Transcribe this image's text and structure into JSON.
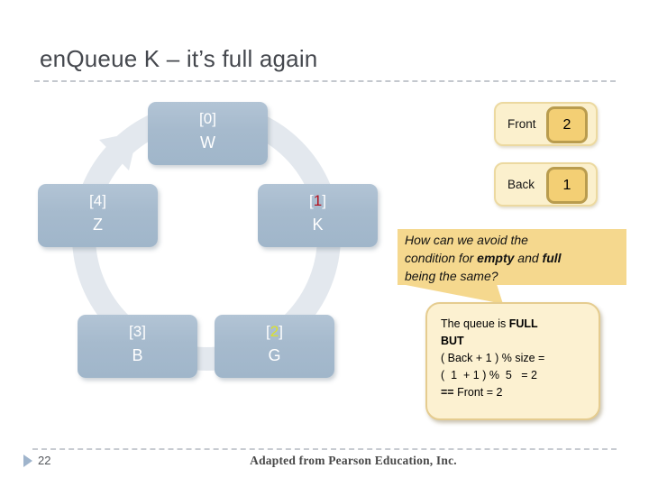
{
  "slide": {
    "title": "enQueue K – it’s full again",
    "page_number": "22",
    "footer_credit": "Adapted from Pearson Education, Inc."
  },
  "colors": {
    "box_fill": "#a6bacd",
    "ring": "#e3e8ee",
    "digit_red": "#b5121f",
    "digit_yellow": "#dce22a",
    "highlight_fill": "#f5d88e",
    "note_fill": "#fcf1d1",
    "note_border": "#e5cc8f",
    "pointer_fill": "#fbf0cd",
    "pointer_border": "#ecd9a0",
    "value_fill": "#f3cf74",
    "value_border": "#b99c4e"
  },
  "cycle": {
    "boxes": [
      {
        "open": "[",
        "digit": "0",
        "close": "]",
        "letter": "W",
        "digit_color": "#ffffff"
      },
      {
        "open": "[",
        "digit": "1",
        "close": "]",
        "letter": "K",
        "digit_color": "#b5121f"
      },
      {
        "open": "[",
        "digit": "2",
        "close": "]",
        "letter": "G",
        "digit_color": "#dce22a"
      },
      {
        "open": "[",
        "digit": "3",
        "close": "]",
        "letter": "B",
        "digit_color": "#ffffff"
      },
      {
        "open": "[",
        "digit": "4",
        "close": "]",
        "letter": "Z",
        "digit_color": "#ffffff"
      }
    ]
  },
  "pointers": {
    "front_label": "Front",
    "front_value": "2",
    "back_label": "Back",
    "back_value": "1"
  },
  "question": {
    "line1": "How can we avoid the",
    "line2_pre": "condition for ",
    "line2_bold1": "empty",
    "line2_mid": " and ",
    "line2_bold2": "full",
    "line3": "being the same?"
  },
  "note": {
    "line1_pre": "The queue is ",
    "line1_bold": "FULL",
    "line2": "BUT",
    "line3": "( Back + 1 ) % size =",
    "line4": "(  1  + 1 ) %  5   = 2",
    "line5_bold": "==",
    "line5_rest": " Front = 2"
  }
}
